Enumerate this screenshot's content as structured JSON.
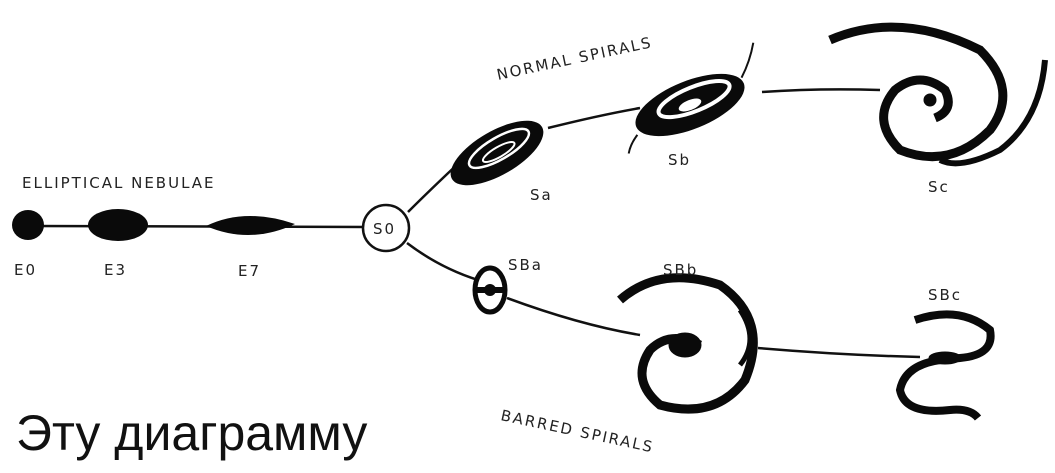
{
  "labels": {
    "elliptical_title": "ELLIPTICAL NEBULAE",
    "normal_title": "NORMAL SPIRALS",
    "barred_title": "BARRED SPIRALS",
    "e0": "E0",
    "e3": "E3",
    "e7": "E7",
    "s0": "S0",
    "sa": "Sa",
    "sb": "Sb",
    "sc": "Sc",
    "sba": "SBa",
    "sbb": "SBb",
    "sbc": "SBc"
  },
  "caption": "Эту диаграмму"
}
